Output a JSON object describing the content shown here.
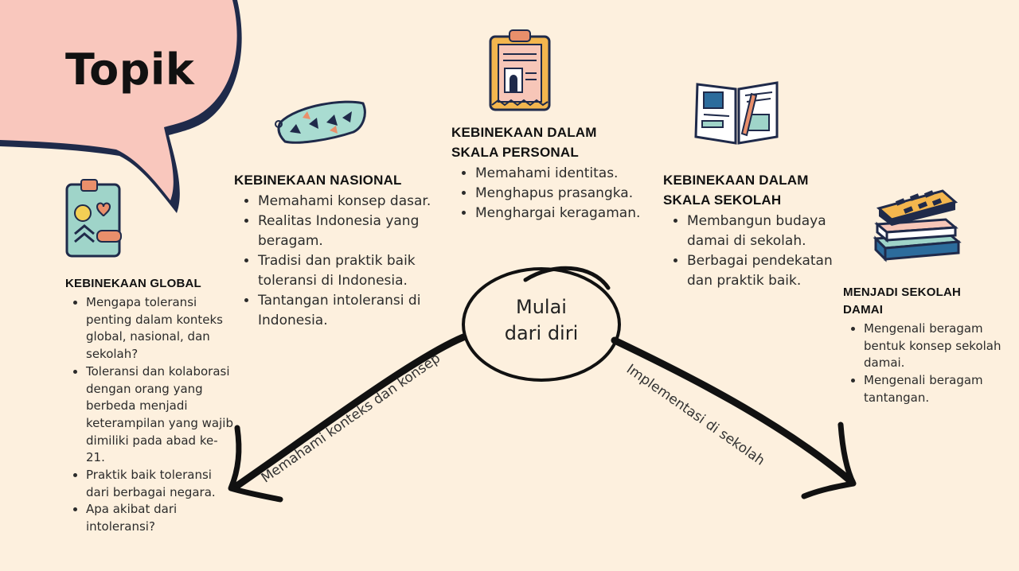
{
  "title": "Topik",
  "center": {
    "line1": "Mulai",
    "line2": "dari diri"
  },
  "arrows": {
    "left_label": "Memahami konteks dan konsep",
    "right_label": "Implementasi di sekolah"
  },
  "sections": {
    "global": {
      "heading": "KEBINEKAAN GLOBAL",
      "items": [
        "Mengapa toleransi penting dalam konteks global, nasional, dan sekolah?",
        "Toleransi dan kolaborasi dengan orang yang berbeda menjadi keterampilan yang wajib dimiliki pada abad ke-21.",
        "Praktik baik toleransi dari berbagai negara.",
        "Apa akibat dari intoleransi?"
      ]
    },
    "nasional": {
      "heading": "KEBINEKAAN NASIONAL",
      "items": [
        "Memahami konsep dasar.",
        "Realitas Indonesia yang beragam.",
        "Tradisi dan praktik baik toleransi di Indonesia.",
        "Tantangan intoleransi di Indonesia."
      ]
    },
    "personal": {
      "heading": "KEBINEKAAN DALAM SKALA PERSONAL",
      "items": [
        "Memahami identitas.",
        "Menghapus prasangka.",
        "Menghargai keragaman."
      ]
    },
    "sekolah": {
      "heading": "KEBINEKAAN DALAM SKALA SEKOLAH",
      "items": [
        "Membangun budaya damai di sekolah.",
        "Berbagai pendekatan dan praktik baik."
      ]
    },
    "damai": {
      "heading": "MENJADI SEKOLAH DAMAI",
      "items": [
        "Mengenali beragam bentuk konsep sekolah damai.",
        "Mengenali beragam tantangan."
      ]
    }
  },
  "icons": [
    "notebook-icon",
    "pencil-case-icon",
    "clipboard-icon",
    "open-book-icon",
    "book-stack-icon"
  ],
  "colors": {
    "background": "#fdf0de",
    "bubble": "#f9c7bd",
    "bubble_outline": "#1f2a4a",
    "ink": "#111111"
  }
}
